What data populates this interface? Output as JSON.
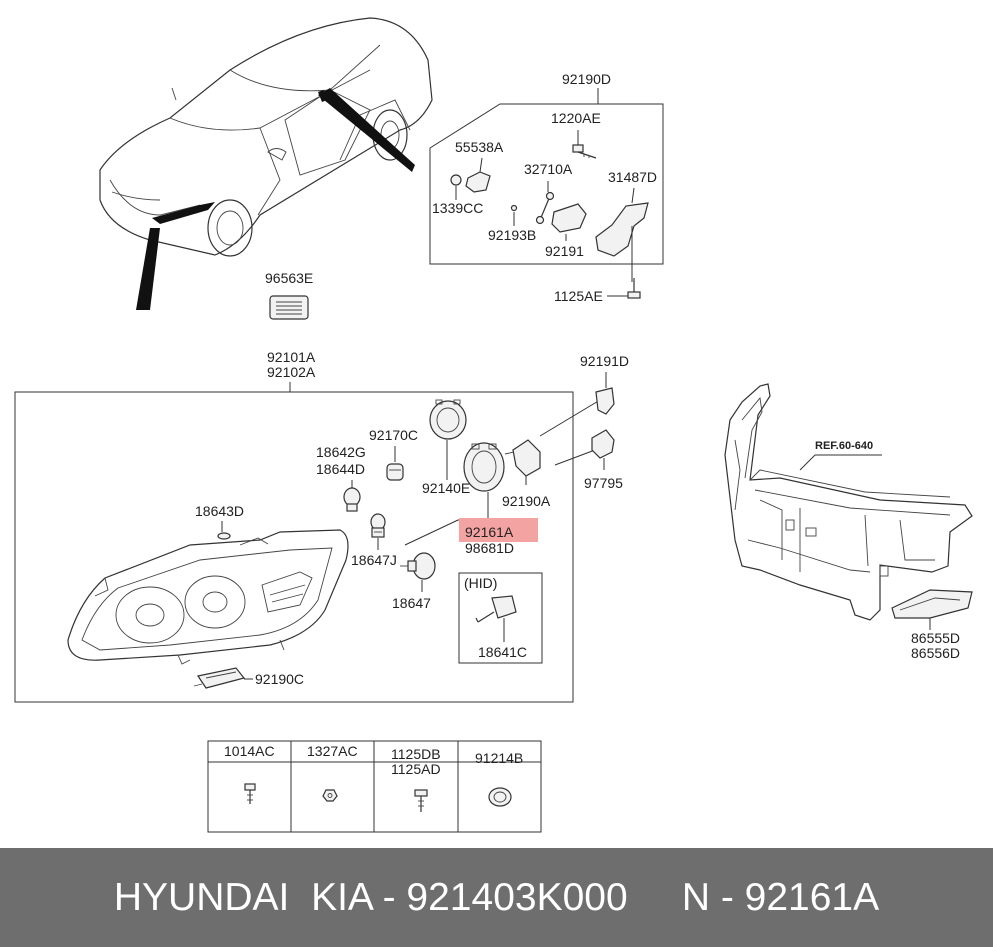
{
  "labels": {
    "l_92190D": "92190D",
    "l_1220AE": "1220AE",
    "l_55538A": "55538A",
    "l_32710A": "32710A",
    "l_31487D": "31487D",
    "l_1339CC": "1339CC",
    "l_92193B": "92193B",
    "l_92191": "92191",
    "l_1125AE": "1125AE",
    "l_96563E": "96563E",
    "l_92101A": "92101A",
    "l_92102A": "92102A",
    "l_92191D": "92191D",
    "l_92170C": "92170C",
    "l_18642G": "18642G",
    "l_18644D": "18644D",
    "l_92140E": "92140E",
    "l_92190A": "92190A",
    "l_97795": "97795",
    "l_18643D": "18643D",
    "l_92161A": "92161A",
    "l_98681D": "98681D",
    "l_18647J": "18647J",
    "l_HID": "(HID)",
    "l_18647": "18647",
    "l_18641C": "18641C",
    "l_92190C": "92190C",
    "l_86555D": "86555D",
    "l_86556D": "86556D",
    "l_ref": "REF.60-640"
  },
  "table": {
    "c1": "1014AC",
    "c2": "1327AC",
    "c3a": "1125DB",
    "c3b": "1125AD",
    "c4": "91214B"
  },
  "footer": {
    "text": "HYUNDAI  KIA - 921403K000     N - 92161A"
  },
  "colors": {
    "highlight": "#f4a3a3",
    "footer_bg": "#6e6e6e"
  }
}
